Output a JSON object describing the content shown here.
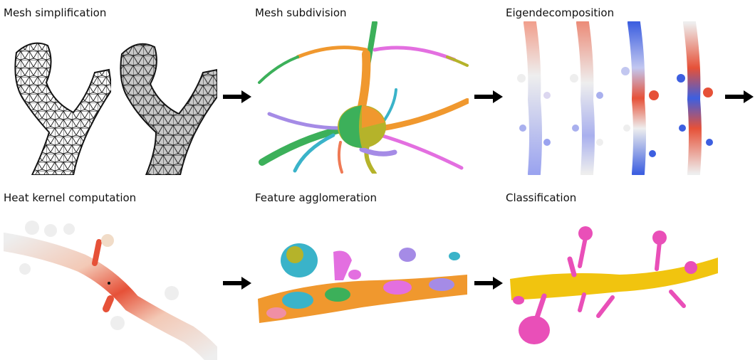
{
  "steps": [
    {
      "id": "simplification",
      "label": "Mesh simplification"
    },
    {
      "id": "subdivision",
      "label": "Mesh subdivision"
    },
    {
      "id": "eigen",
      "label": "Eigendecomposition"
    },
    {
      "id": "heat",
      "label": "Heat kernel computation"
    },
    {
      "id": "agglomeration",
      "label": "Feature agglomeration"
    },
    {
      "id": "classification",
      "label": "Classification"
    }
  ],
  "colors": {
    "mesh_line": "#111111",
    "mesh_fill_light": "#cfcfcf",
    "neuron_orange": "#f0982e",
    "neuron_olive": "#b5b32a",
    "neuron_green": "#3cb05a",
    "neuron_magenta": "#e36fe0",
    "neuron_cyan": "#3ab3c9",
    "neuron_violet": "#a58be6",
    "neuron_coral": "#ef7a55",
    "dendrite_blue": "#9aa3ef",
    "dendrite_red": "#e65138",
    "dendrite_deepblue": "#3d5fe0",
    "dendrite_white": "#eeeeee",
    "spine_pink": "#e94fb8",
    "shaft_yellow": "#f1c40f",
    "arrow": "#000000"
  },
  "icons": [
    "right-arrow-icon"
  ]
}
